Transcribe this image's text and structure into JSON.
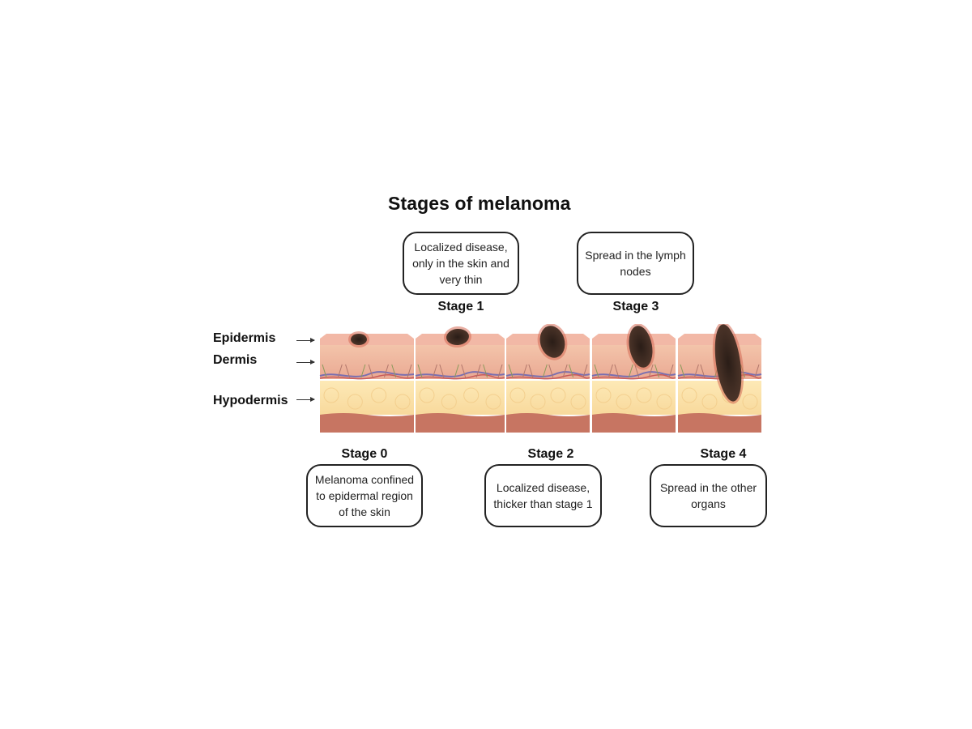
{
  "title": "Stages of melanoma",
  "layers": {
    "epidermis": "Epidermis",
    "dermis": "Dermis",
    "hypodermis": "Hypodermis"
  },
  "stages": [
    {
      "label": "Stage 0",
      "description": "Melanoma confined to epidermal region of the skin"
    },
    {
      "label": "Stage 1",
      "description": "Localized disease, only in the skin and very thin"
    },
    {
      "label": "Stage 2",
      "description": "Localized disease, thicker than stage 1"
    },
    {
      "label": "Stage 3",
      "description": "Spread in the lymph nodes"
    },
    {
      "label": "Stage 4",
      "description": "Spread in the other organs"
    }
  ],
  "colors": {
    "epidermis": "#f2b8a6",
    "dermis": "#f0c2a5",
    "hypodermis": "#fbe2a8",
    "muscle": "#c77562",
    "tumor": "#3b2a22",
    "tumor_halo": "#d66b55"
  }
}
